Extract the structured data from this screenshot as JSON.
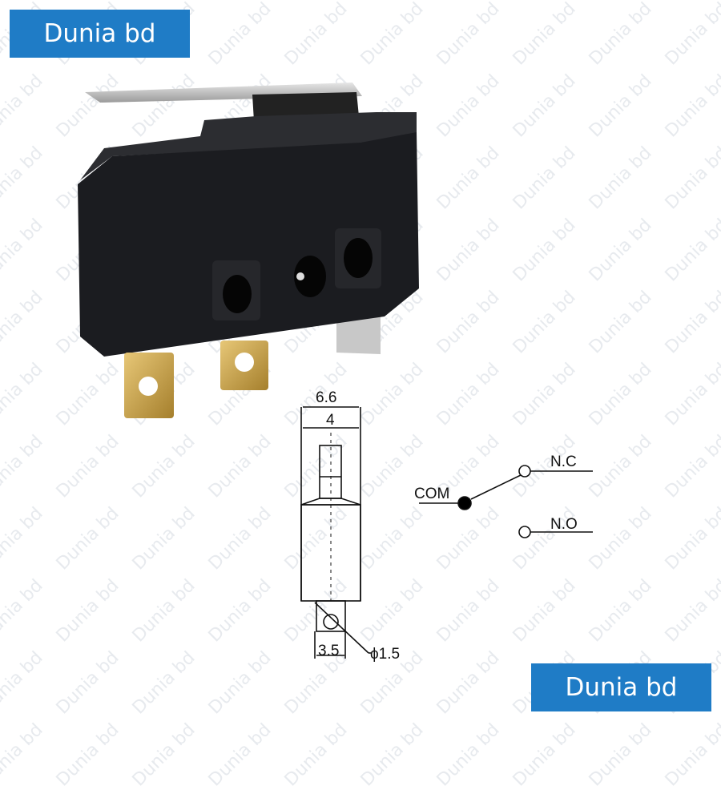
{
  "watermark": "Dunia bd",
  "banners": {
    "top_left": "Dunia bd",
    "bottom_right": "Dunia bd"
  },
  "diagram": {
    "dim_width_total": "6.6",
    "dim_width_inner": "4",
    "dim_terminal": "3.5",
    "dim_hole": "ϕ1.5",
    "label_com": "COM",
    "label_nc": "N.C",
    "label_no": "N.O"
  },
  "colors": {
    "banner": "#1f7cc6",
    "switch_body": "#1b1c20",
    "terminal_gold": "#c9a24a"
  }
}
